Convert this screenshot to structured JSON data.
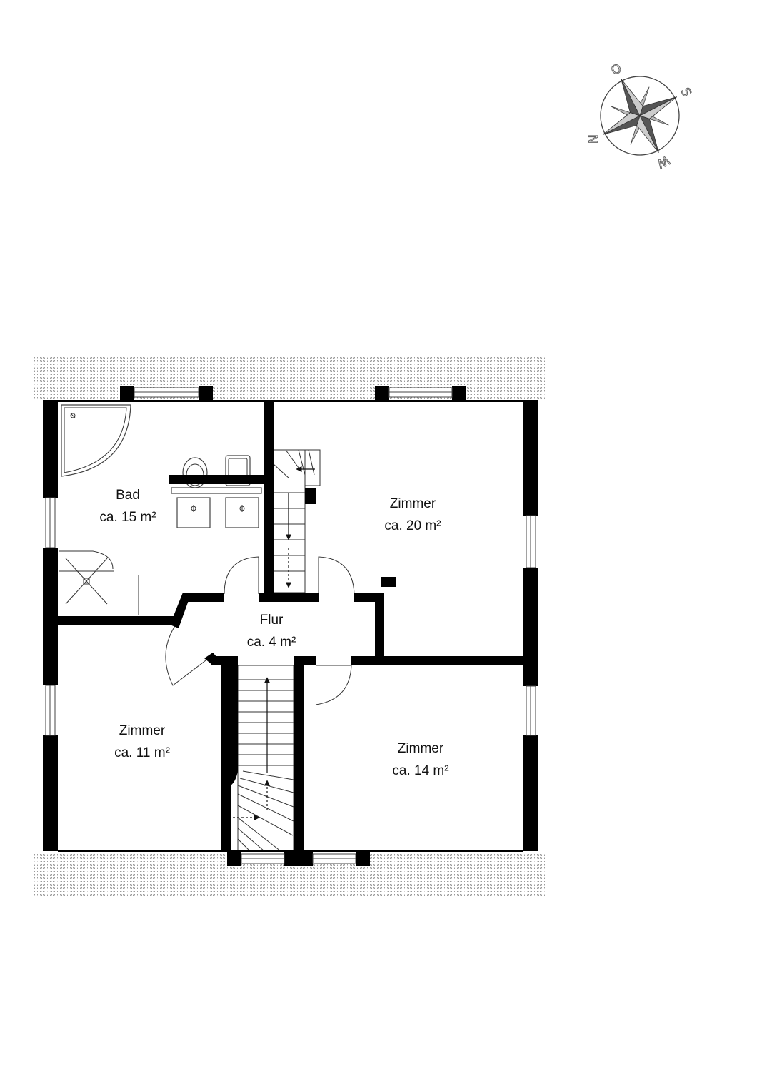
{
  "rooms": {
    "bad": {
      "name": "Bad",
      "area": "ca. 15 m²"
    },
    "zimmer_ne": {
      "name": "Zimmer",
      "area": "ca. 20 m²"
    },
    "flur": {
      "name": "Flur",
      "area": "ca. 4 m²"
    },
    "zimmer_sw": {
      "name": "Zimmer",
      "area": "ca. 11 m²"
    },
    "zimmer_se": {
      "name": "Zimmer",
      "area": "ca. 14 m²"
    }
  },
  "compass": {
    "north": "N",
    "east": "O",
    "south": "S",
    "west": "W",
    "icon": "compass-rose-icon"
  },
  "colors": {
    "wall": "#000000",
    "roof_hatch": "#cccccc",
    "compass_dark": "#555555",
    "compass_light": "#bbbbbb"
  }
}
